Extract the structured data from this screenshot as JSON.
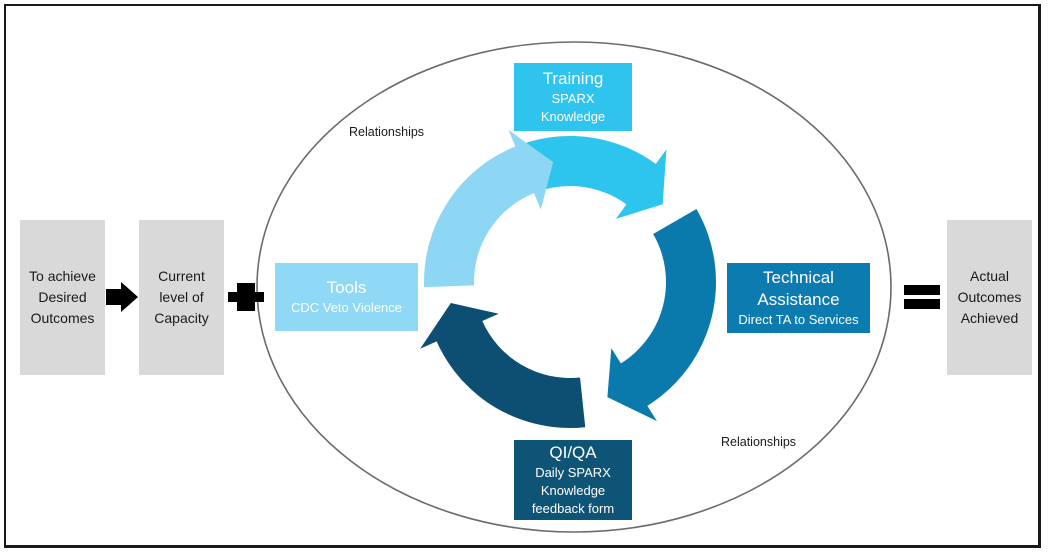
{
  "diagram": {
    "left_flow": [
      {
        "id": "desired",
        "label": "To achieve\nDesired\nOutcomes"
      },
      {
        "id": "capacity",
        "label": "Current\nlevel of\nCapacity"
      }
    ],
    "result": {
      "label": "Actual\nOutcomes\nAchieved"
    },
    "operators": {
      "arrow": "right-arrow",
      "plus": "plus-sign",
      "equals": "equals-sign"
    },
    "relationships_labels": [
      "Relationships",
      "Relationships"
    ],
    "cycle_components": {
      "training": {
        "title": "Training",
        "subtitle": "SPARX\nKnowledge",
        "color": "#2ec4ee"
      },
      "technical_assistance": {
        "title": "Technical\nAssistance",
        "subtitle": "Direct TA to Services",
        "color": "#0b7bb0"
      },
      "qi_qa": {
        "title": "QI/QA",
        "subtitle": "Daily SPARX\nKnowledge\nfeedback form",
        "color": "#0e5476"
      },
      "tools": {
        "title": "Tools",
        "subtitle": "CDC Veto Violence",
        "color": "#8fd8f6"
      }
    },
    "cycle_arrows": [
      {
        "name": "cycle-arrow-training",
        "color": "#2dc5ee"
      },
      {
        "name": "cycle-arrow-technical-assistance",
        "color": "#0a7aad"
      },
      {
        "name": "cycle-arrow-qi-qa",
        "color": "#0d4f73"
      },
      {
        "name": "cycle-arrow-tools",
        "color": "#8dd7f5"
      }
    ],
    "box_fill": "#d9d9d9"
  }
}
